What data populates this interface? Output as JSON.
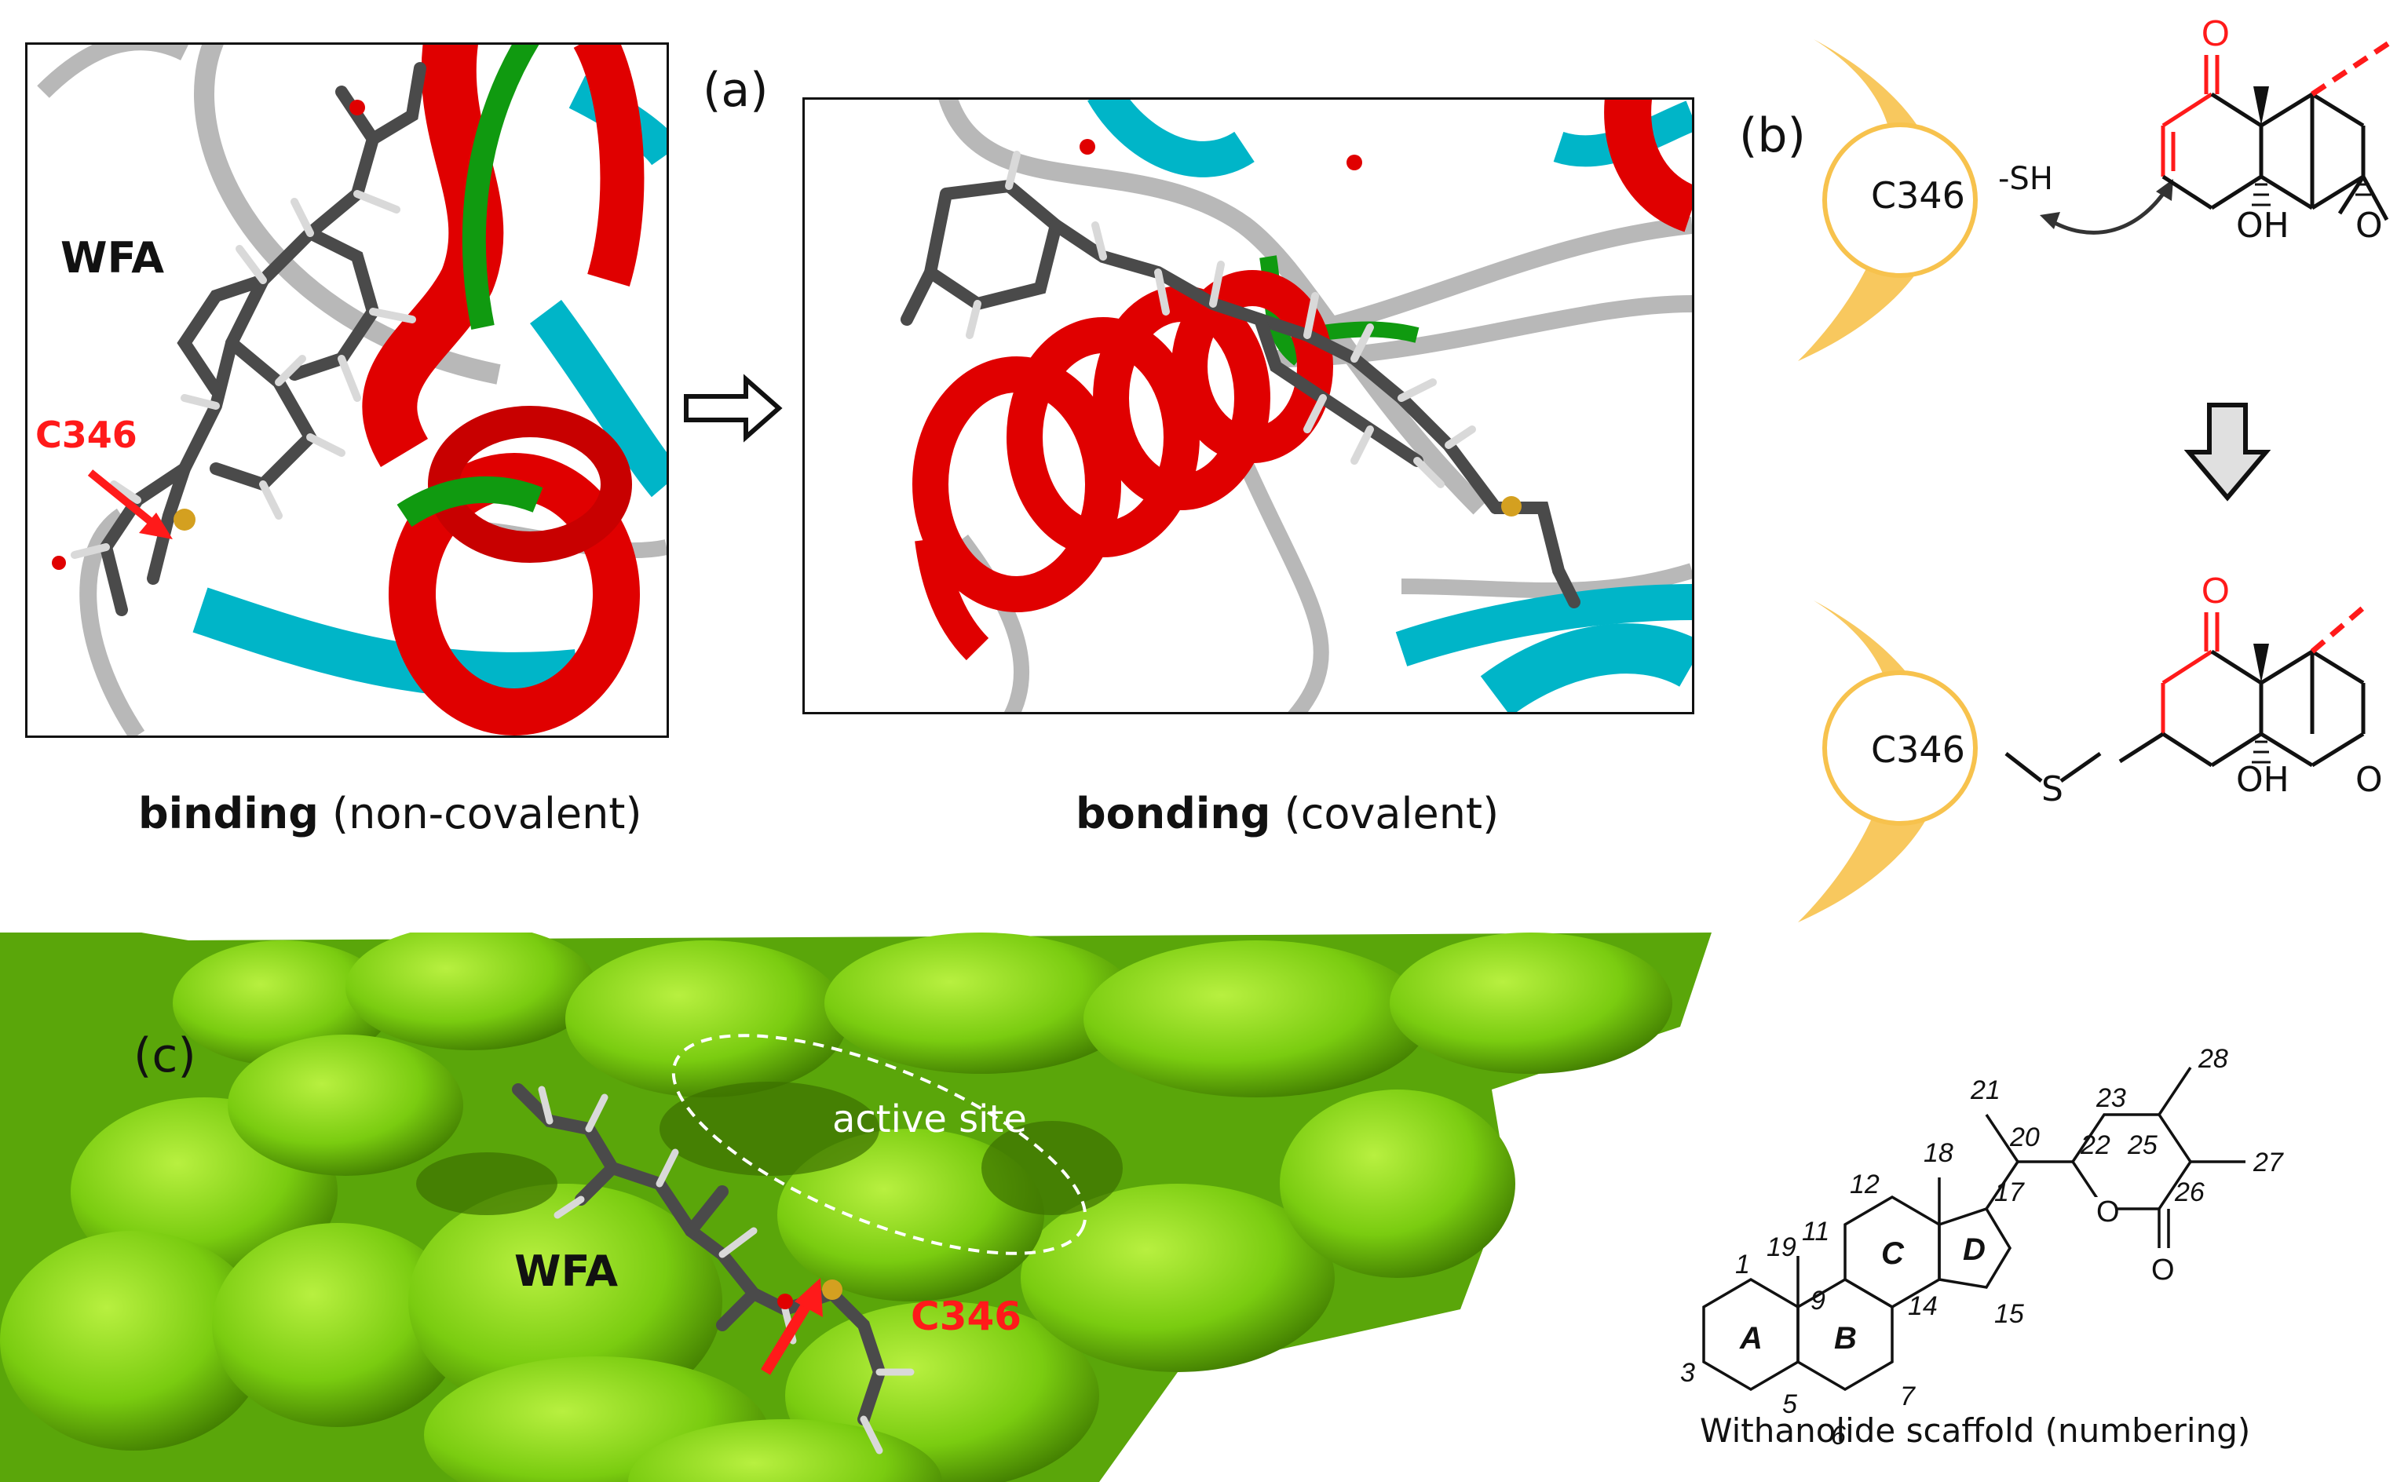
{
  "panel_a": {
    "letter": "(a)",
    "left_title": "WFA",
    "left_residue": "C346",
    "left_caption_bold": "binding",
    "left_caption_rest": " (non-covalent)",
    "right_caption_bold": "bonding",
    "right_caption_rest": " (covalent)"
  },
  "panel_b": {
    "letter": "(b)",
    "residue_top": "C346",
    "thiol": "-SH",
    "residue_bottom": "C346",
    "sulfur": "S",
    "carbonyl_o": "O",
    "hydroxyl": "OH",
    "epoxide_o": "O"
  },
  "panel_c": {
    "letter": "(c)",
    "active_site": "active site",
    "ligand": "WFA",
    "residue": "C346"
  },
  "scaffold": {
    "caption": "Withanolide scaffold (numbering)",
    "rings": [
      "A",
      "B",
      "C",
      "D"
    ],
    "numbers": [
      "1",
      "3",
      "5",
      "6",
      "7",
      "9",
      "11",
      "12",
      "14",
      "15",
      "17",
      "18",
      "19",
      "20",
      "21",
      "22",
      "23",
      "25",
      "26",
      "27",
      "28"
    ],
    "oxygens": [
      "O",
      "O"
    ]
  },
  "colors": {
    "helix": "#e00000",
    "sheet": "#00b5c8",
    "coil": "#b8b8b8",
    "green": "#109a10",
    "surface": "#7acc10",
    "halo": "#f7c24d",
    "accent_red": "#ff1a1a"
  }
}
